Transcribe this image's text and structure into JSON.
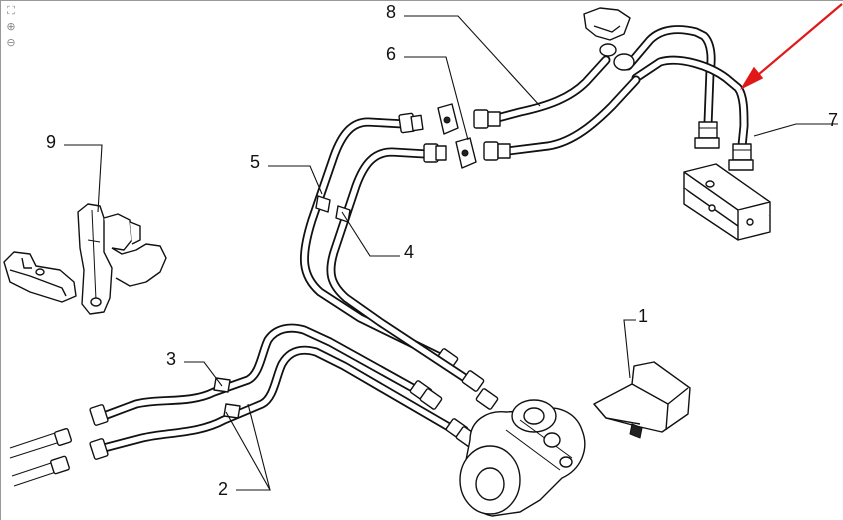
{
  "viewer": {
    "tools": [
      {
        "icon": "fit-page-icon",
        "glyph": "⛶"
      },
      {
        "icon": "zoom-in-icon",
        "glyph": "⊕"
      },
      {
        "icon": "zoom-out-icon",
        "glyph": "⊖"
      }
    ]
  },
  "callouts": {
    "c1": "1",
    "c2": "2",
    "c3": "3",
    "c4": "4",
    "c5": "5",
    "c6": "6",
    "c7": "7",
    "c8": "8",
    "c9": "9"
  },
  "colors": {
    "line": "#111111",
    "background": "#ffffff",
    "highlight_arrow": "#e01818"
  }
}
